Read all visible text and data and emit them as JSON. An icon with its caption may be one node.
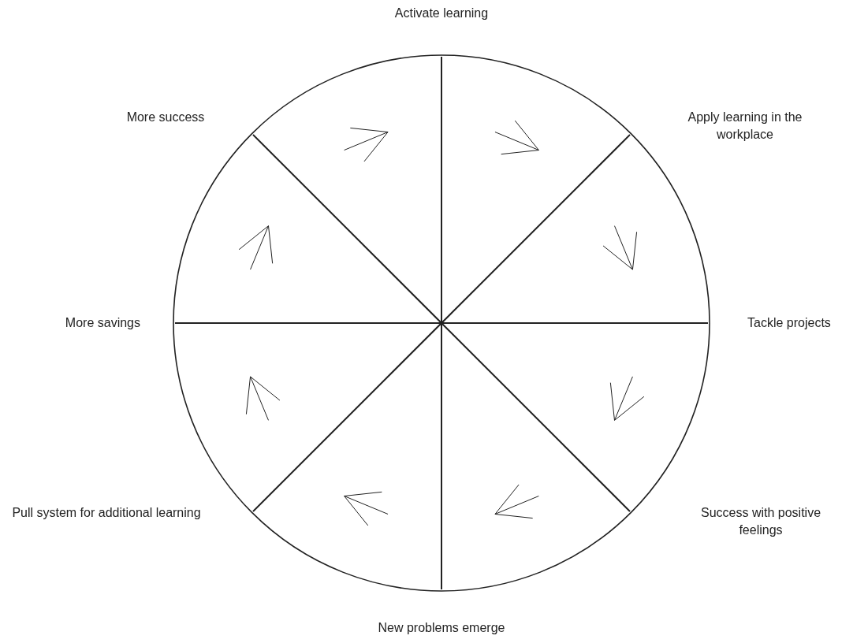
{
  "diagram": {
    "labels": [
      "Activate learning",
      "More success",
      "Apply learning in the workplace",
      "More savings",
      "Tackle projects",
      "Pull system for additional learning",
      "Success with positive feelings",
      "New problems emerge"
    ]
  }
}
